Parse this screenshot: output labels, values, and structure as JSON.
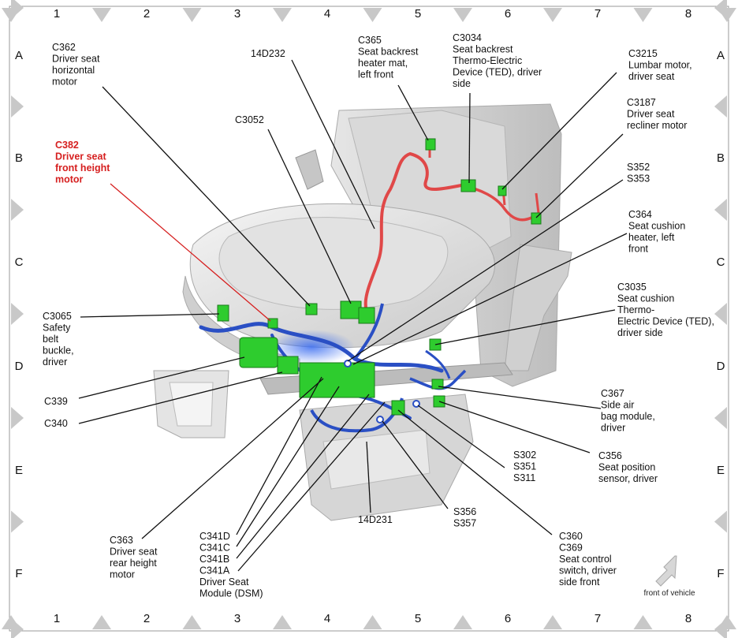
{
  "grid": {
    "columns": [
      "1",
      "2",
      "3",
      "4",
      "5",
      "6",
      "7",
      "8"
    ],
    "rows": [
      "A",
      "B",
      "C",
      "D",
      "E",
      "F"
    ]
  },
  "callouts": [
    {
      "id": "c362",
      "lines": [
        "C362",
        "Driver seat",
        "horizontal",
        "motor"
      ]
    },
    {
      "id": "14d232",
      "lines": [
        "14D232"
      ]
    },
    {
      "id": "c365",
      "lines": [
        "C365",
        "Seat backrest",
        "heater mat,",
        "left front"
      ]
    },
    {
      "id": "c3034",
      "lines": [
        "C3034",
        "Seat backrest",
        "Thermo-Electric",
        "Device (TED), driver",
        "side"
      ]
    },
    {
      "id": "c3215",
      "lines": [
        "C3215",
        "Lumbar motor,",
        "driver seat"
      ]
    },
    {
      "id": "c3187",
      "lines": [
        "C3187",
        "Driver seat",
        "recliner motor"
      ]
    },
    {
      "id": "c3052",
      "lines": [
        "C3052"
      ]
    },
    {
      "id": "c382",
      "lines": [
        "C382",
        "Driver seat",
        "front height",
        "motor"
      ],
      "highlight": true
    },
    {
      "id": "s352",
      "lines": [
        "S352",
        "S353"
      ]
    },
    {
      "id": "c364",
      "lines": [
        "C364",
        "Seat cushion",
        "heater, left",
        "front"
      ]
    },
    {
      "id": "c3035",
      "lines": [
        "C3035",
        "Seat cushion",
        "Thermo-",
        "Electric Device (TED),",
        "driver side"
      ]
    },
    {
      "id": "c3065",
      "lines": [
        "C3065",
        "Safety",
        "belt",
        "buckle,",
        "driver"
      ]
    },
    {
      "id": "c339",
      "lines": [
        "C339"
      ]
    },
    {
      "id": "c340",
      "lines": [
        "C340"
      ]
    },
    {
      "id": "c367",
      "lines": [
        "C367",
        "Side air",
        "bag module,",
        "driver"
      ]
    },
    {
      "id": "c356",
      "lines": [
        "C356",
        "Seat position",
        "sensor, driver"
      ]
    },
    {
      "id": "s302",
      "lines": [
        "S302",
        "S351",
        "S311"
      ]
    },
    {
      "id": "c363",
      "lines": [
        "C363",
        "Driver seat",
        "rear height",
        "motor"
      ]
    },
    {
      "id": "c341",
      "lines": [
        "C341D",
        "C341C",
        "C341B",
        "C341A",
        "Driver Seat",
        "Module (DSM)"
      ]
    },
    {
      "id": "14d231",
      "lines": [
        "14D231"
      ]
    },
    {
      "id": "s356",
      "lines": [
        "S356",
        "S357"
      ]
    },
    {
      "id": "c360",
      "lines": [
        "C360",
        "C369",
        "Seat control",
        "switch, driver",
        "side front"
      ]
    }
  ],
  "orientation": {
    "label": "front of vehicle",
    "icon": "direction-arrow-icon"
  },
  "colors": {
    "highlight": "#d62020",
    "connector": "#2ecc2e",
    "harness_blue": "#2a4fc4",
    "harness_red": "#e04848"
  }
}
